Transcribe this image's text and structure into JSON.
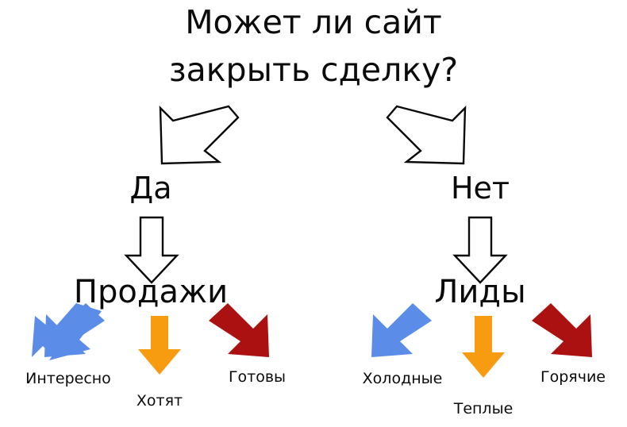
{
  "diagram": {
    "type": "decision-tree",
    "background_color": "#ffffff",
    "text_color": "#0a0a0a",
    "title": {
      "line1": "Может ли сайт",
      "line2": "закрыть сделку?"
    },
    "branches": [
      {
        "id": "yes",
        "answer_label": "Да",
        "outcome_label": "Продажи",
        "connector_icon": "hollow-diagonal-arrow-down-left-icon",
        "outcome_connector_icon": "hollow-arrow-down-icon",
        "leaves": [
          {
            "label": "Интересно",
            "icon": "blue-diagonal-arrow-down-left-icon",
            "color": "#5b8ce8"
          },
          {
            "label": "Хотят",
            "icon": "orange-arrow-down-icon",
            "color": "#f79b11"
          },
          {
            "label": "Готовы",
            "icon": "red-diagonal-arrow-down-right-icon",
            "color": "#ab1111"
          }
        ]
      },
      {
        "id": "no",
        "answer_label": "Нет",
        "outcome_label": "Лиды",
        "connector_icon": "hollow-diagonal-arrow-down-right-icon",
        "outcome_connector_icon": "hollow-arrow-down-icon",
        "leaves": [
          {
            "label": "Холодные",
            "icon": "blue-diagonal-arrow-down-left-icon",
            "color": "#5b8ce8"
          },
          {
            "label": "Теплые",
            "icon": "orange-arrow-down-icon",
            "color": "#f79b11"
          },
          {
            "label": "Горячие",
            "icon": "red-diagonal-arrow-down-right-icon",
            "color": "#ab1111"
          }
        ]
      }
    ],
    "palette": {
      "blue": "#5b8ce8",
      "orange": "#f79b11",
      "dark_red": "#ab1111",
      "outline": "#0a0a0a",
      "white": "#ffffff"
    }
  }
}
